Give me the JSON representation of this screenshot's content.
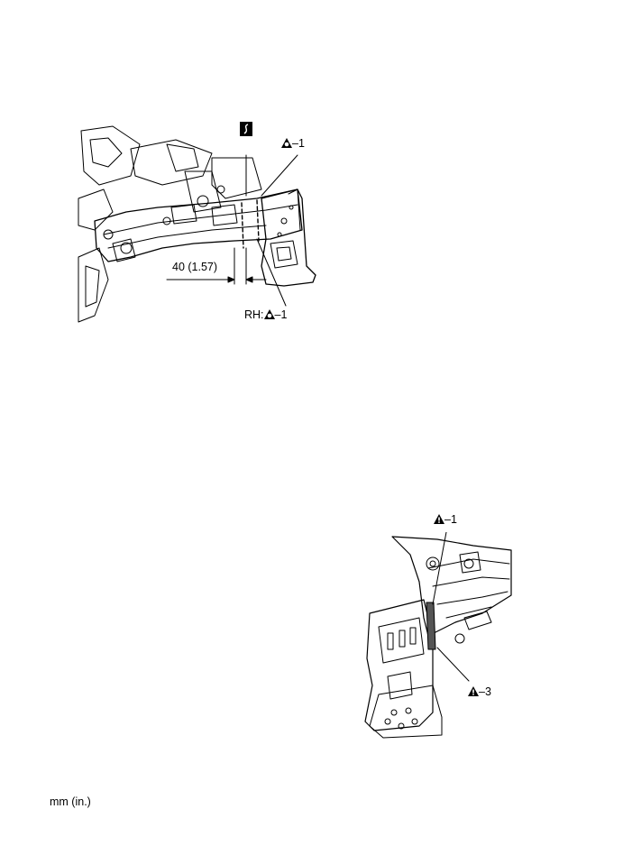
{
  "figure1": {
    "callout_top": "1",
    "callout_bottom_prefix": "RH:",
    "callout_bottom": "1",
    "dimension": "40 (1.57)",
    "symbols": [
      "sectioning-symbol",
      "weld-point-symbol"
    ]
  },
  "figure2": {
    "callout_top": "1",
    "callout_bottom": "3",
    "symbols": [
      "caution-triangle-symbol"
    ]
  },
  "footer": {
    "unit_note": "mm (in.)"
  }
}
